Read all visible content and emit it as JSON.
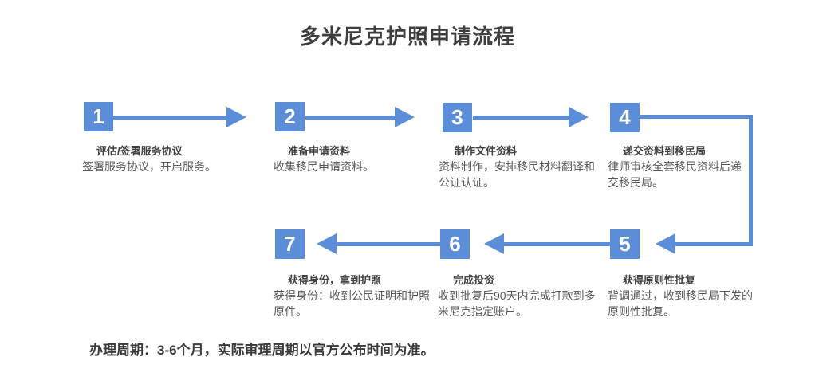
{
  "title": "多米尼克护照申请流程",
  "note": "办理周期：3-6个月，实际审理周期以官方公布时间为准。",
  "colors": {
    "accent": "#5b8dd8",
    "title_text": "#3e3e3e",
    "label_text": "#404040",
    "desc_text": "#595959",
    "note_text": "#3a3a3a"
  },
  "steps": [
    {
      "number": "1",
      "label": "评估/签署服务协议",
      "desc": [
        "签署服务协议，开启服务。"
      ]
    },
    {
      "number": "2",
      "label": "准备申请资料",
      "desc": [
        "收集移民申请资料。"
      ]
    },
    {
      "number": "3",
      "label": "制作文件资料",
      "desc": [
        "资料制作，安排移民材料翻译和",
        "公证认证。"
      ]
    },
    {
      "number": "4",
      "label": "递交资料到移民局",
      "desc": [
        "律师审核全套移民资料后递",
        "交移民局。"
      ]
    },
    {
      "number": "5",
      "label": "获得原则性批复",
      "desc": [
        "背调通过，收到移民局下发的",
        "原则性批复。"
      ]
    },
    {
      "number": "6",
      "label": "完成投资",
      "desc": [
        "收到批复后90天内完成打款到多",
        "米尼克指定账户。"
      ]
    },
    {
      "number": "7",
      "label": "获得身份，拿到护照",
      "desc": [
        "获得身份：收到公民证明和护照",
        "原件。"
      ]
    }
  ]
}
